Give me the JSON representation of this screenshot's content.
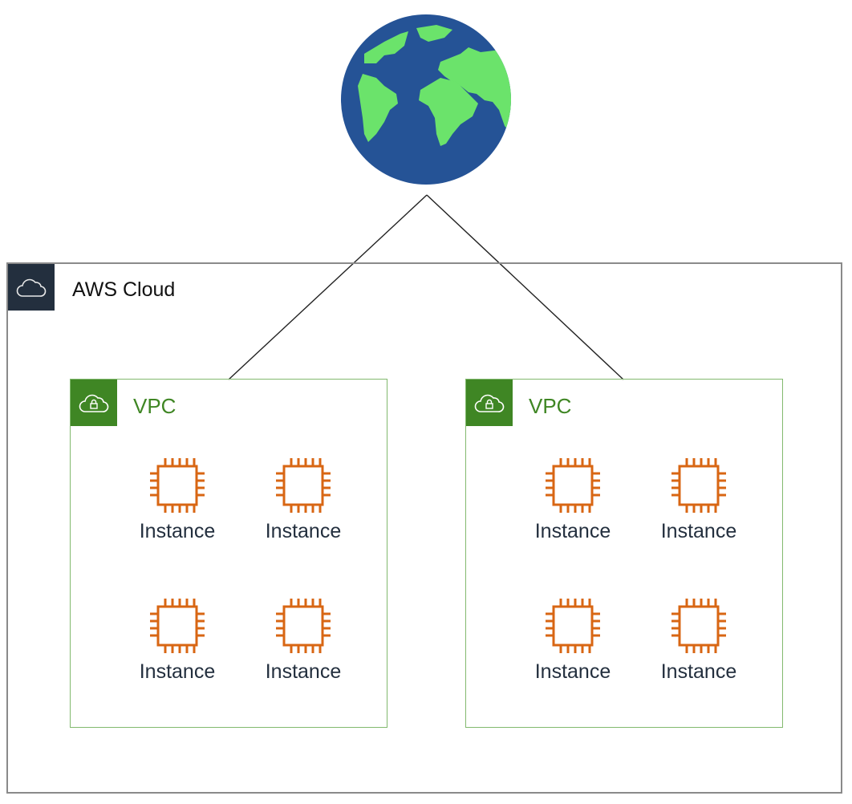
{
  "diagram": {
    "internet": {
      "icon": "globe-icon",
      "ocean_color": "#255396",
      "land_color": "#6be36b"
    },
    "cloud": {
      "label": "AWS Cloud",
      "icon": "cloud-icon",
      "badge_color": "#232f3e",
      "border_color": "#8a8a8a"
    },
    "vpcs": [
      {
        "label": "VPC",
        "icon": "vpc-cloud-lock-icon",
        "instances": [
          {
            "label": "Instance"
          },
          {
            "label": "Instance"
          },
          {
            "label": "Instance"
          },
          {
            "label": "Instance"
          }
        ]
      },
      {
        "label": "VPC",
        "icon": "vpc-cloud-lock-icon",
        "instances": [
          {
            "label": "Instance"
          },
          {
            "label": "Instance"
          },
          {
            "label": "Instance"
          },
          {
            "label": "Instance"
          }
        ]
      }
    ],
    "vpc_color": "#3f8624",
    "instance_color": "#d86613",
    "connections": [
      {
        "from": "internet",
        "to": "vpc-1"
      },
      {
        "from": "internet",
        "to": "vpc-2"
      }
    ]
  }
}
